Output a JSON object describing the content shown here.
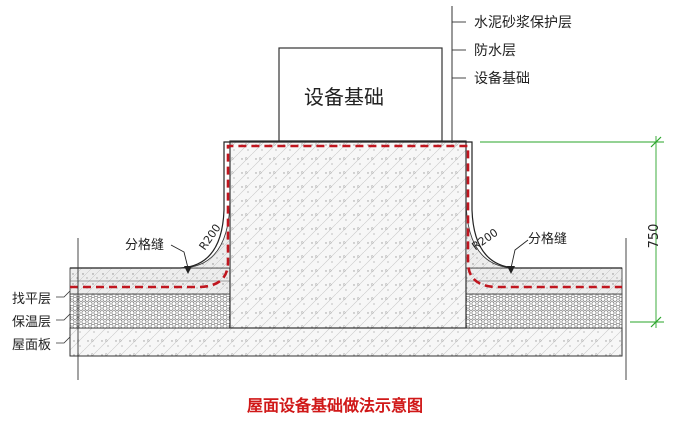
{
  "diagram": {
    "equipment_box_label": "设备基础",
    "callouts": [
      "水泥砂浆保护层",
      "防水层",
      "设备基础"
    ],
    "joint_label_left": "分格缝",
    "joint_label_right": "分格缝",
    "radius_label": "R200",
    "dimension_value": "750",
    "layer_labels": [
      "找平层",
      "保温层",
      "屋面板"
    ],
    "caption": "屋面设备基础做法示意图",
    "colors": {
      "waterproof_layer": "#c0161f",
      "caption": "#d01818",
      "dimension_line": "#2aa52a",
      "line": "#333333"
    }
  }
}
